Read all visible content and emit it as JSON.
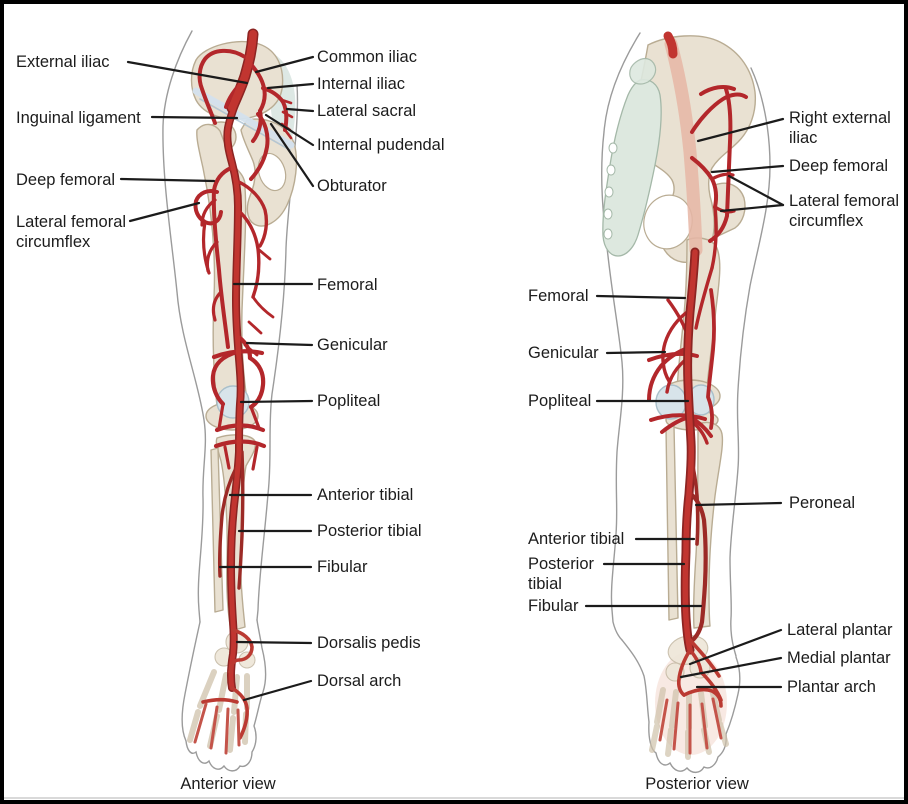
{
  "anterior": {
    "caption": "Anterior view",
    "labels": {
      "external_iliac": "External iliac",
      "inguinal_ligament": "Inguinal ligament",
      "deep_femoral": "Deep femoral",
      "lateral_femoral_circumflex": "Lateral femoral circumflex",
      "common_iliac": "Common iliac",
      "internal_iliac": "Internal iliac",
      "lateral_sacral": "Lateral sacral",
      "internal_pudendal": "Internal pudendal",
      "obturator": "Obturator",
      "femoral": "Femoral",
      "genicular": "Genicular",
      "popliteal": "Popliteal",
      "anterior_tibial": "Anterior tibial",
      "posterior_tibial": "Posterior tibial",
      "fibular": "Fibular",
      "dorsalis_pedis": "Dorsalis pedis",
      "dorsal_arch": "Dorsal arch"
    }
  },
  "posterior": {
    "caption": "Posterior view",
    "labels": {
      "right_external_iliac": "Right external iliac",
      "deep_femoral": "Deep femoral",
      "lateral_femoral_circumflex": "Lateral femoral circumflex",
      "femoral": "Femoral",
      "genicular": "Genicular",
      "popliteal": "Popliteal",
      "peroneal": "Peroneal",
      "anterior_tibial": "Anterior tibial",
      "posterior_tibial": "Posterior tibial",
      "fibular": "Fibular",
      "lateral_plantar": "Lateral plantar",
      "medial_plantar": "Medial plantar",
      "plantar_arch": "Plantar arch"
    }
  },
  "colors": {
    "artery_bright": "#c13530",
    "artery_dark": "#8c2422",
    "artery_light": "#cb6152",
    "bone": "#e9e1d2",
    "bone_stroke": "#b9ac93",
    "sacrum": "#dde8df",
    "patella_blue": "#d8e4ea",
    "iliac_band_pink": "#e6b6a6",
    "outline_gray": "#9b9b9b",
    "leader_line": "#1b1b1b",
    "text": "#1c1c1c",
    "background": "#ffffff",
    "border": "#000000"
  }
}
